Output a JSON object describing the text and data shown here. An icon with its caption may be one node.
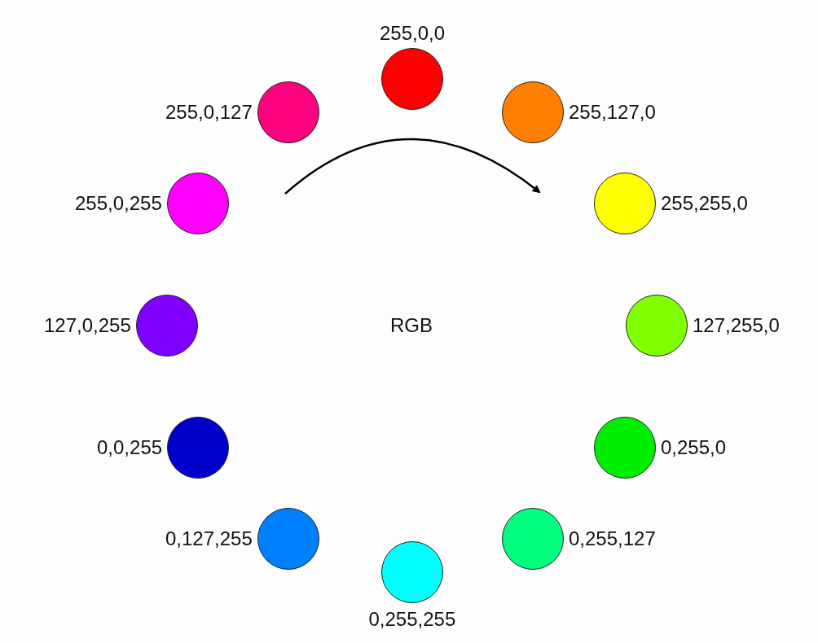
{
  "diagram": {
    "nodes": [
      {
        "text": [],
        "shape": "circle",
        "beside": [
          "255,0,0"
        ]
      },
      {
        "text": [],
        "shape": "circle",
        "beside": [
          "255,0,127"
        ]
      },
      {
        "text": [],
        "shape": "circle",
        "beside": [
          "255,127,0"
        ]
      },
      {
        "text": [],
        "shape": "circle",
        "beside": [
          "255,0,255"
        ]
      },
      {
        "text": [],
        "shape": "circle",
        "beside": [
          "255,255,0"
        ]
      },
      {
        "text": [],
        "shape": "circle",
        "beside": [
          "127,0,255"
        ]
      },
      {
        "text": [],
        "shape": "circle",
        "beside": [
          "127,255,0"
        ]
      },
      {
        "text": [],
        "shape": "circle",
        "beside": [
          "0,0,255"
        ]
      },
      {
        "text": [],
        "shape": "circle",
        "beside": [
          "0,255,0"
        ]
      },
      {
        "text": [],
        "shape": "circle",
        "beside": [
          "0,127,255"
        ]
      },
      {
        "text": [],
        "shape": "circle",
        "beside": [
          "0,255,127"
        ]
      },
      {
        "text": [],
        "shape": "circle",
        "beside": [
          "0,255,255"
        ]
      }
    ],
    "labels": [
      "RGB"
    ]
  }
}
